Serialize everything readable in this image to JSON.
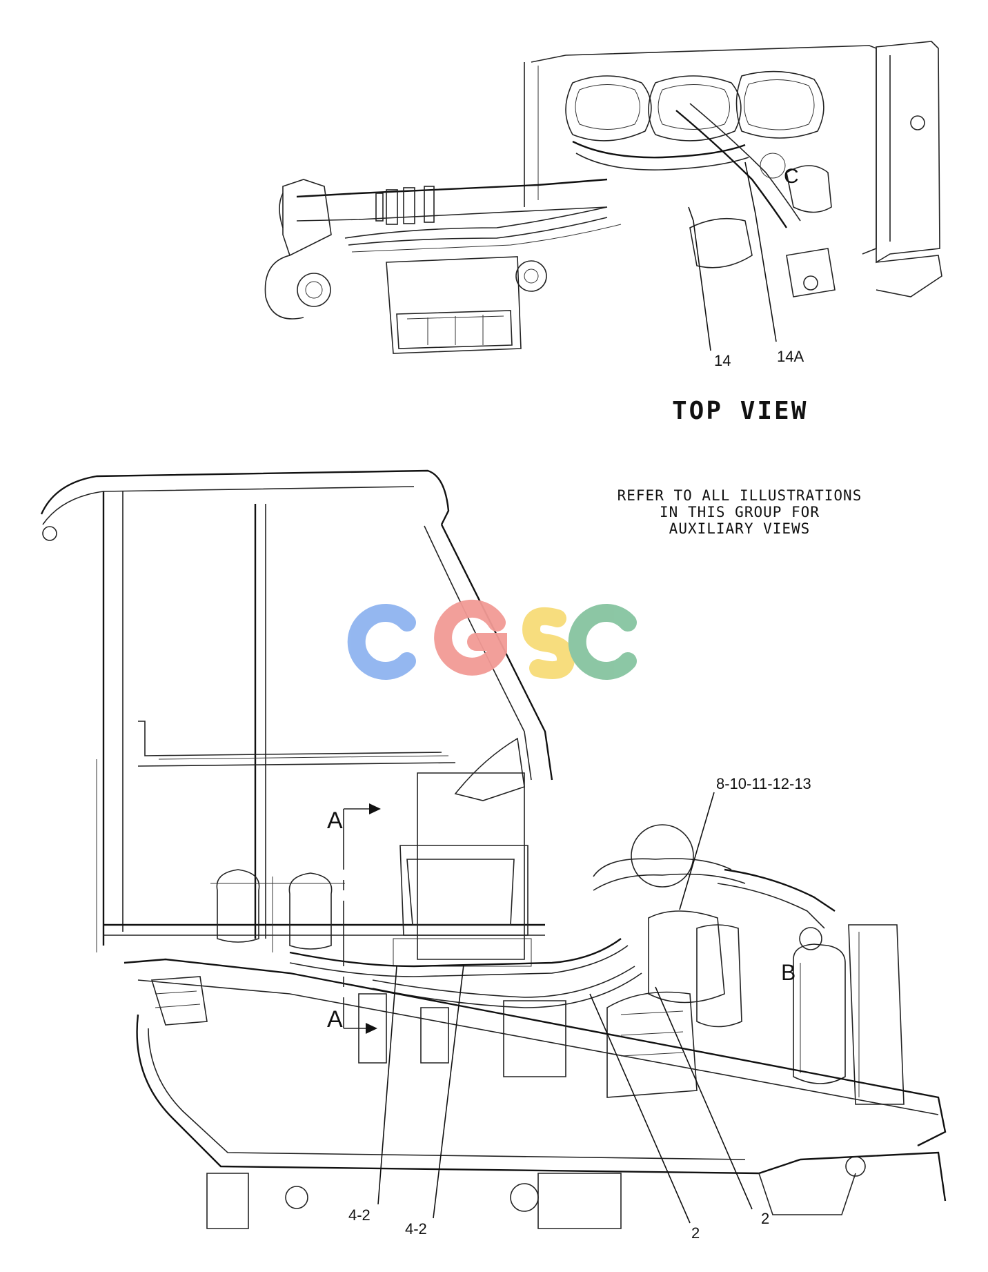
{
  "views": {
    "top_view_title": "TOP VIEW"
  },
  "note": {
    "line1": "REFER TO ALL ILLUSTRATIONS",
    "line2": "IN THIS GROUP FOR",
    "line3": "AUXILIARY VIEWS"
  },
  "section_markers": {
    "a_top": "A",
    "a_bottom": "A",
    "b": "B",
    "c": "C"
  },
  "callouts": {
    "c14": "14",
    "c14a": "14A",
    "c8_13": "8-10-11-12-13",
    "c4_2_left": "4-2",
    "c4_2_right": "4-2",
    "c2_left": "2",
    "c2_right": "2"
  },
  "watermark": {
    "letters": [
      "C",
      "G",
      "S",
      "C"
    ],
    "colors": [
      "#8fb4f0",
      "#f29a95",
      "#f7dc78",
      "#86c4a0"
    ]
  }
}
